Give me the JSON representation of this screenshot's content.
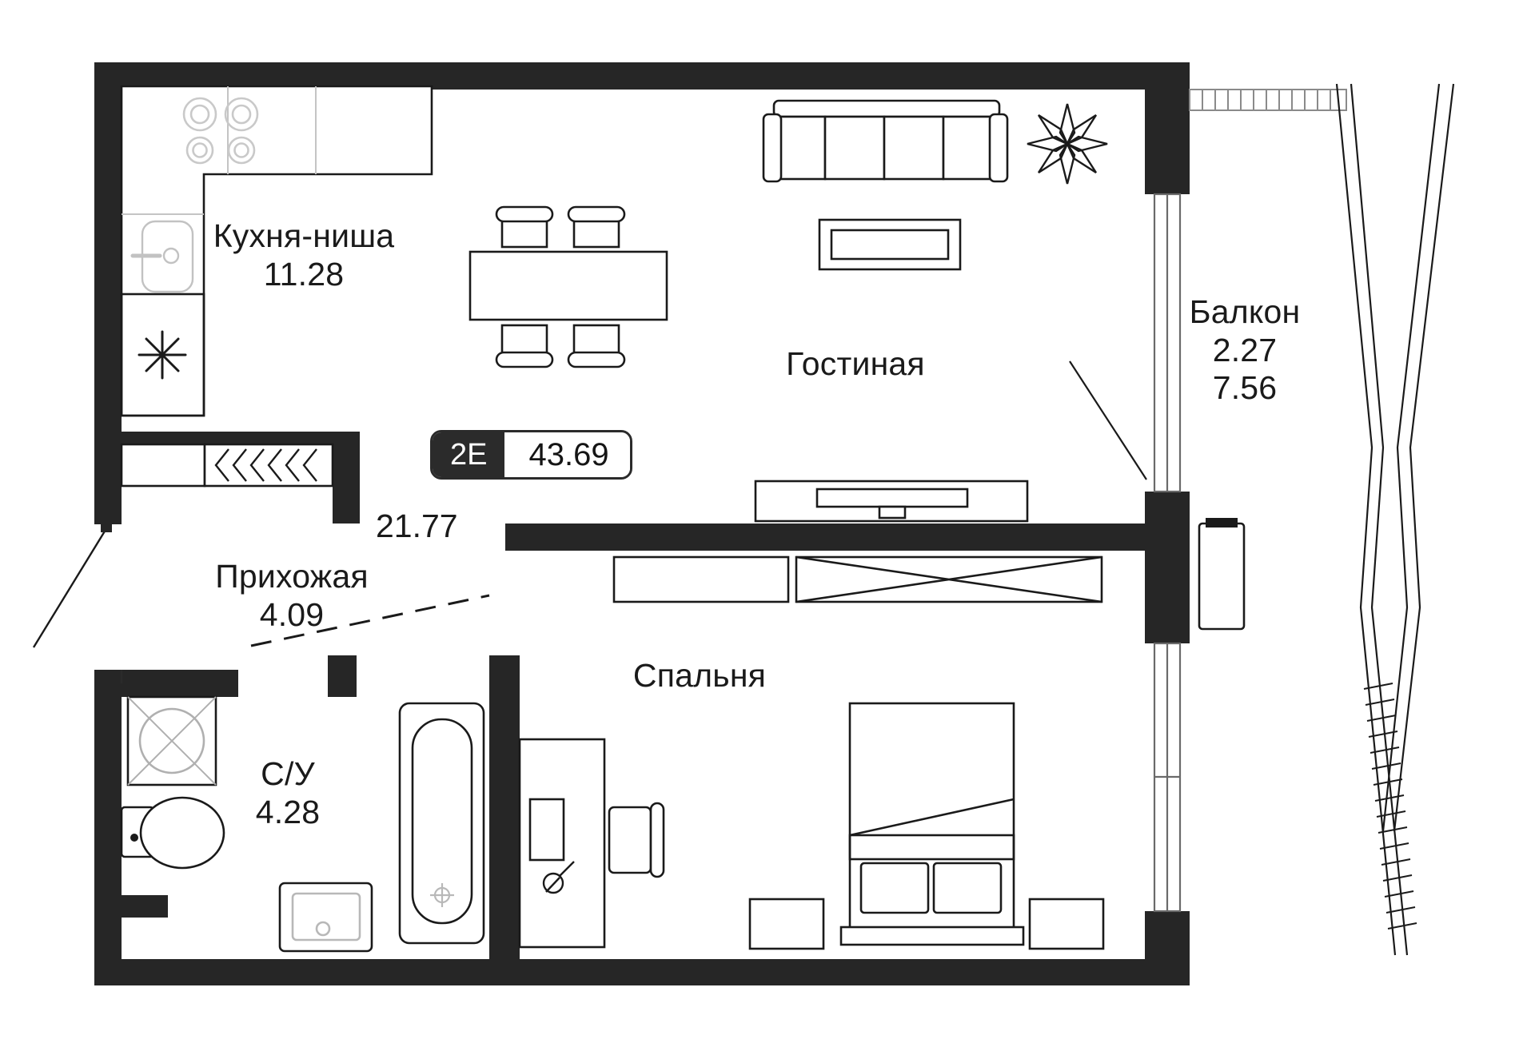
{
  "plan": {
    "badge": {
      "apartment_type": "2Е",
      "total_area": "43.69"
    },
    "living_area_total": "21.77",
    "rooms": [
      {
        "id": "kitchen-niche",
        "name": "Кухня-ниша",
        "area": "11.28"
      },
      {
        "id": "living-room",
        "name": "Гостиная",
        "area": ""
      },
      {
        "id": "hallway",
        "name": "Прихожая",
        "area": "4.09"
      },
      {
        "id": "bathroom",
        "name": "С/У",
        "area": "4.28"
      },
      {
        "id": "bedroom",
        "name": "Спальня",
        "area": ""
      },
      {
        "id": "balcony",
        "name": "Балкон",
        "area": "2.27",
        "area_secondary": "7.56"
      }
    ],
    "colors": {
      "wall": "#262626",
      "badge_dark": "#2b2b2b",
      "furniture_stroke": "#1a1a1a",
      "fixture_stroke": "#b8b8b8",
      "text": "#1a1a1a",
      "background": "#ffffff"
    },
    "icons": {
      "cooktop": "cooktop-icon",
      "sink": "sink-icon",
      "washer": "washing-machine-icon",
      "toilet": "toilet-icon",
      "bathtub": "bathtub-icon",
      "bed": "bed-icon",
      "sofa": "sofa-icon",
      "dining_table": "dining-table-icon",
      "plant": "plant-icon",
      "radiator": "radiator-icon",
      "stairs": "stairs-icon"
    }
  }
}
